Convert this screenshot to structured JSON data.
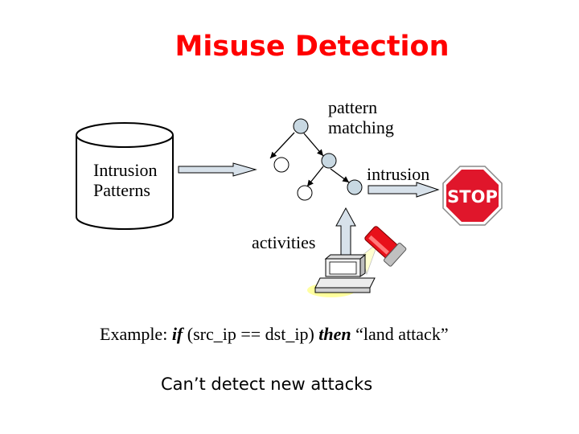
{
  "title": "Misuse Detection",
  "labels": {
    "pattern_line1": "pattern",
    "pattern_line2": "matching",
    "intrusion_patterns_line1": "Intrusion",
    "intrusion_patterns_line2": "Patterns",
    "intrusion": "intrusion",
    "activities": "activities",
    "stop_sign_text": "STOP"
  },
  "example": {
    "prefix": "Example: ",
    "kw_if": "if",
    "condition": " (src_ip == dst_ip) ",
    "kw_then": "then",
    "result": " “land attack”"
  },
  "caveat": "Can’t detect new attacks",
  "colors": {
    "title": "#ff0000",
    "node_fill": "#c8d8e2",
    "arrow_fill": "#d7e1ea",
    "stop_red": "#e0162b",
    "flashlight_red": "#e8101a"
  },
  "icons": [
    "database-cylinder-icon",
    "stop-sign-icon",
    "computer-icon",
    "flashlight-icon"
  ]
}
